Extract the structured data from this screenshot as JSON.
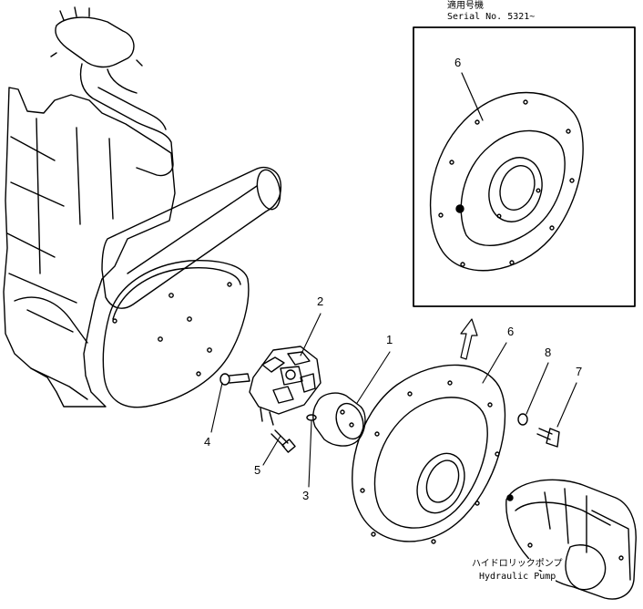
{
  "inset": {
    "serial_jp": "適用号機",
    "serial_label": "Serial No. 5321~",
    "callout": "6"
  },
  "callouts": {
    "c1": "1",
    "c2": "2",
    "c3": "3",
    "c4": "4",
    "c5": "5",
    "c6": "6",
    "c7": "7",
    "c8": "8"
  },
  "pump": {
    "label_jp": "ハイドロリックポンプ",
    "label_en": "Hydraulic Pump"
  },
  "colors": {
    "ink": "#000000",
    "paper": "#ffffff"
  }
}
